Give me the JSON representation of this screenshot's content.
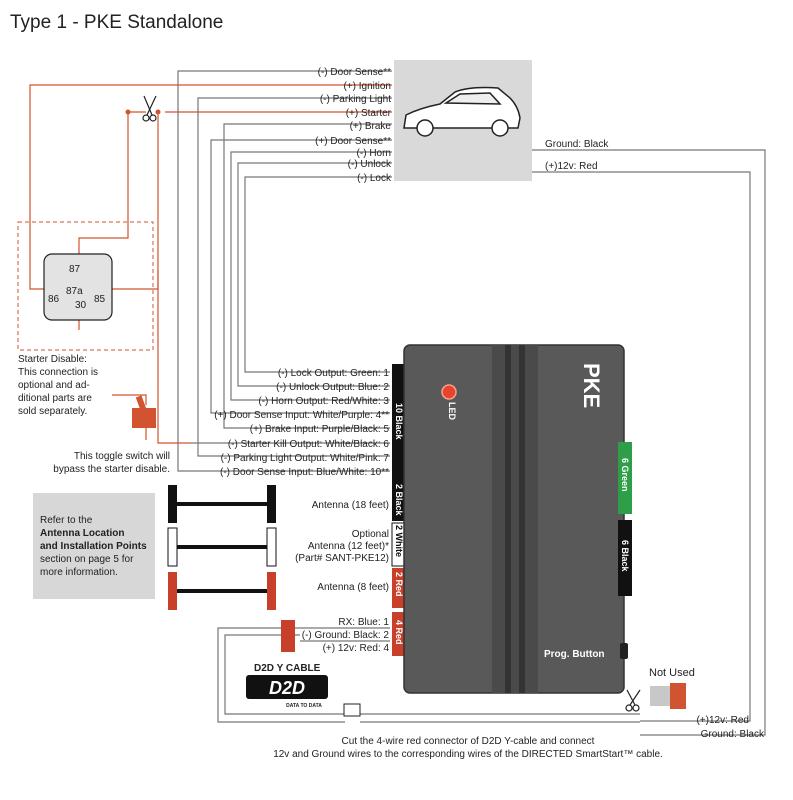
{
  "title": "Type 1 - PKE Standalone",
  "car_wires": [
    "(-) Door Sense**",
    "(+) Ignition",
    "(-) Parking Light",
    "(+) Starter",
    "(+) Brake",
    "(+) Door Sense**",
    "(-) Horn",
    "(-) Unlock",
    "(-) Lock"
  ],
  "ground_black": "Ground: Black",
  "power_red": "(+)12v: Red",
  "relay": {
    "pin87": "87",
    "pin87a": "87a",
    "pin86": "86",
    "pin85": "85",
    "pin30": "30"
  },
  "starter_note": [
    "Starter Disable:",
    "This connection is",
    "optional and ad-",
    "ditional parts are",
    "sold separately."
  ],
  "toggle_note": [
    "This toggle switch will",
    "bypass the starter disable."
  ],
  "outputs": [
    "(-) Lock Output: Green: 1",
    "(-) Unlock Output: Blue: 2",
    "(-) Horn Output: Red/White: 3",
    "(+) Door Sense Input: White/Purple: 4**",
    "(+) Brake Input: Purple/Black: 5",
    "(-) Starter Kill Output: White/Black: 6",
    "(-) Parking Light Output: White/Pink: 7",
    "(-) Door Sense Input: Blue/White: 10**"
  ],
  "connectors": {
    "black10": "10 Black",
    "black2": "2 Black",
    "white2": "2 White",
    "red2": "2 Red",
    "red4": "4 Red",
    "green6": "6 Green",
    "black6": "6 Black"
  },
  "antenna_note": {
    "line1": "Refer to the",
    "bold1": "Antenna Location",
    "bold2": "and Installation Points",
    "line4": "section on page 5 for",
    "line5": "more information."
  },
  "antennas": {
    "a18": "Antenna (18 feet)",
    "opt1": "Optional",
    "opt2": "Antenna (12 feet)*",
    "opt3": "(Part# SANT-PKE12)",
    "a8": "Antenna (8 feet)"
  },
  "d2d_wires": [
    "RX: Blue: 1",
    "(-) Ground: Black: 2",
    "(+) 12v: Red: 4"
  ],
  "d2d_cable": "D2D Y CABLE",
  "d2d_logo": "D2D",
  "d2d_tagline": "DATA TO DATA",
  "module": {
    "brand": "PKE",
    "led": "LED",
    "prog_button": "Prog. Button"
  },
  "not_used": "Not Used",
  "bottom_right": [
    "(+)12v: Red",
    "Ground: Black"
  ],
  "footer": [
    "Cut the 4-wire red connector of D2D Y-cable and connect",
    "12v and Ground wires to the corresponding wires of the DIRECTED SmartStart™ cable."
  ],
  "colors": {
    "accent_orange": "#d2532f",
    "module_gray": "#555555",
    "green_conn": "#2e9e48",
    "red_conn": "#c8402a",
    "wire_gray": "#777777"
  }
}
